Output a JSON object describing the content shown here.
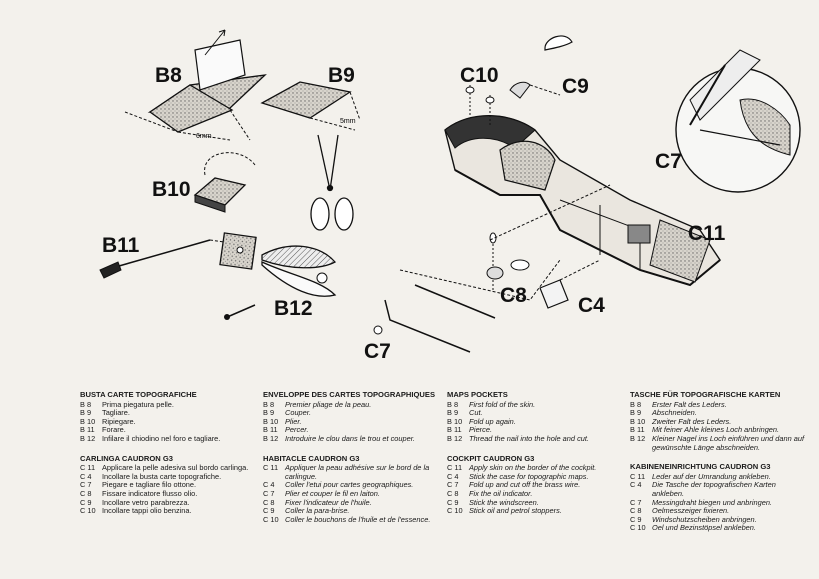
{
  "labels": {
    "b8": "B8",
    "b9": "B9",
    "b10": "B10",
    "b11": "B11",
    "b12": "B12",
    "c4": "C4",
    "c7a": "C7",
    "c7b": "C7",
    "c8": "C8",
    "c9": "C9",
    "c10": "C10",
    "c11": "C11",
    "dim_b8": "6mm",
    "dim_b9": "5mm"
  },
  "columns": [
    {
      "italic": false,
      "sections": [
        {
          "title": "BUSTA CARTE TOPOGRAFICHE",
          "items": [
            {
              "code": "B  8",
              "text": "Prima piegatura pelle."
            },
            {
              "code": "B  9",
              "text": "Tagliare."
            },
            {
              "code": "B 10",
              "text": "Ripiegare."
            },
            {
              "code": "B 11",
              "text": "Forare."
            },
            {
              "code": "B 12",
              "text": "Infilare il chiodino nel foro e tagliare."
            }
          ]
        },
        {
          "title": "CARLINGA CAUDRON G3",
          "items": [
            {
              "code": "C 11",
              "text": "Applicare la pelle adesiva sul bordo carlinga."
            },
            {
              "code": "C  4",
              "text": "Incollare la busta carte topografiche."
            },
            {
              "code": "C  7",
              "text": "Piegare e tagliare filo ottone."
            },
            {
              "code": "C  8",
              "text": "Fissare indicatore flusso olio."
            },
            {
              "code": "C  9",
              "text": "Incollare vetro parabrezza."
            },
            {
              "code": "C 10",
              "text": "Incollare tappi olio benzina."
            }
          ]
        }
      ]
    },
    {
      "italic": true,
      "sections": [
        {
          "title": "ENVELOPPE DES CARTES TOPOGRAPHIQUES",
          "items": [
            {
              "code": "B  8",
              "text": "Premier pliage de la peau."
            },
            {
              "code": "B  9",
              "text": "Couper."
            },
            {
              "code": "B 10",
              "text": "Plier."
            },
            {
              "code": "B 11",
              "text": "Percer."
            },
            {
              "code": "B 12",
              "text": "Introduire le clou dans le trou et couper."
            }
          ]
        },
        {
          "title": "HABITACLE CAUDRON G3",
          "items": [
            {
              "code": "C 11",
              "text": "Appliquer la peau adhésive sur le bord de la carlingue."
            },
            {
              "code": "C  4",
              "text": "Coller l'etui pour cartes geographiques."
            },
            {
              "code": "C  7",
              "text": "Plier et couper le fil en laiton."
            },
            {
              "code": "C  8",
              "text": "Fixer l'indicateur de l'huile."
            },
            {
              "code": "C  9",
              "text": "Coller la para-brise."
            },
            {
              "code": "C 10",
              "text": "Coller le bouchons de l'huile et de l'essence."
            }
          ]
        }
      ]
    },
    {
      "italic": true,
      "sections": [
        {
          "title": "MAPS POCKETS",
          "items": [
            {
              "code": "B  8",
              "text": "First fold of the skin."
            },
            {
              "code": "B  9",
              "text": "Cut."
            },
            {
              "code": "B 10",
              "text": "Fold up again."
            },
            {
              "code": "B 11",
              "text": "Pierce."
            },
            {
              "code": "B 12",
              "text": "Thread the nail into the hole and cut."
            }
          ]
        },
        {
          "title": "COCKPIT CAUDRON G3",
          "items": [
            {
              "code": "C 11",
              "text": "Apply skin on the border of the cockpit."
            },
            {
              "code": "C  4",
              "text": "Stick the case for topographic maps."
            },
            {
              "code": "C  7",
              "text": "Fold up and cut off the brass wire."
            },
            {
              "code": "C  8",
              "text": "Fix the oil indicator."
            },
            {
              "code": "C  9",
              "text": "Stick the windscreen."
            },
            {
              "code": "C 10",
              "text": "Stick oil and petrol stoppers."
            }
          ]
        }
      ]
    },
    {
      "italic": true,
      "sections": [
        {
          "title": "TASCHE FÜR TOPOGRAFISCHE KARTEN",
          "items": [
            {
              "code": "B  8",
              "text": "Erster Falt des Leders."
            },
            {
              "code": "B  9",
              "text": "Abschneiden."
            },
            {
              "code": "B 10",
              "text": "Zweiter Falt des Leders."
            },
            {
              "code": "B 11",
              "text": "Mit feiner Ahle kleines Loch anbringen."
            },
            {
              "code": "B 12",
              "text": "Kleiner Nagel ins Loch einführen und dann auf gewünschte Länge abschneiden."
            }
          ]
        },
        {
          "title": "KABINENEINRICHTUNG CAUDRON G3",
          "items": [
            {
              "code": "C 11",
              "text": "Leder auf der Umrandung ankleben."
            },
            {
              "code": "C  4",
              "text": "Die Tasche der topografischen Karten ankleben."
            },
            {
              "code": "C  7",
              "text": "Messingdraht biegen und anbringen."
            },
            {
              "code": "C  8",
              "text": "Oelmesszeiger fixieren."
            },
            {
              "code": "C  9",
              "text": "Windschutzscheiben anbringen."
            },
            {
              "code": "C 10",
              "text": "Oel und Bezinstöpsel ankleben."
            }
          ]
        }
      ]
    }
  ]
}
